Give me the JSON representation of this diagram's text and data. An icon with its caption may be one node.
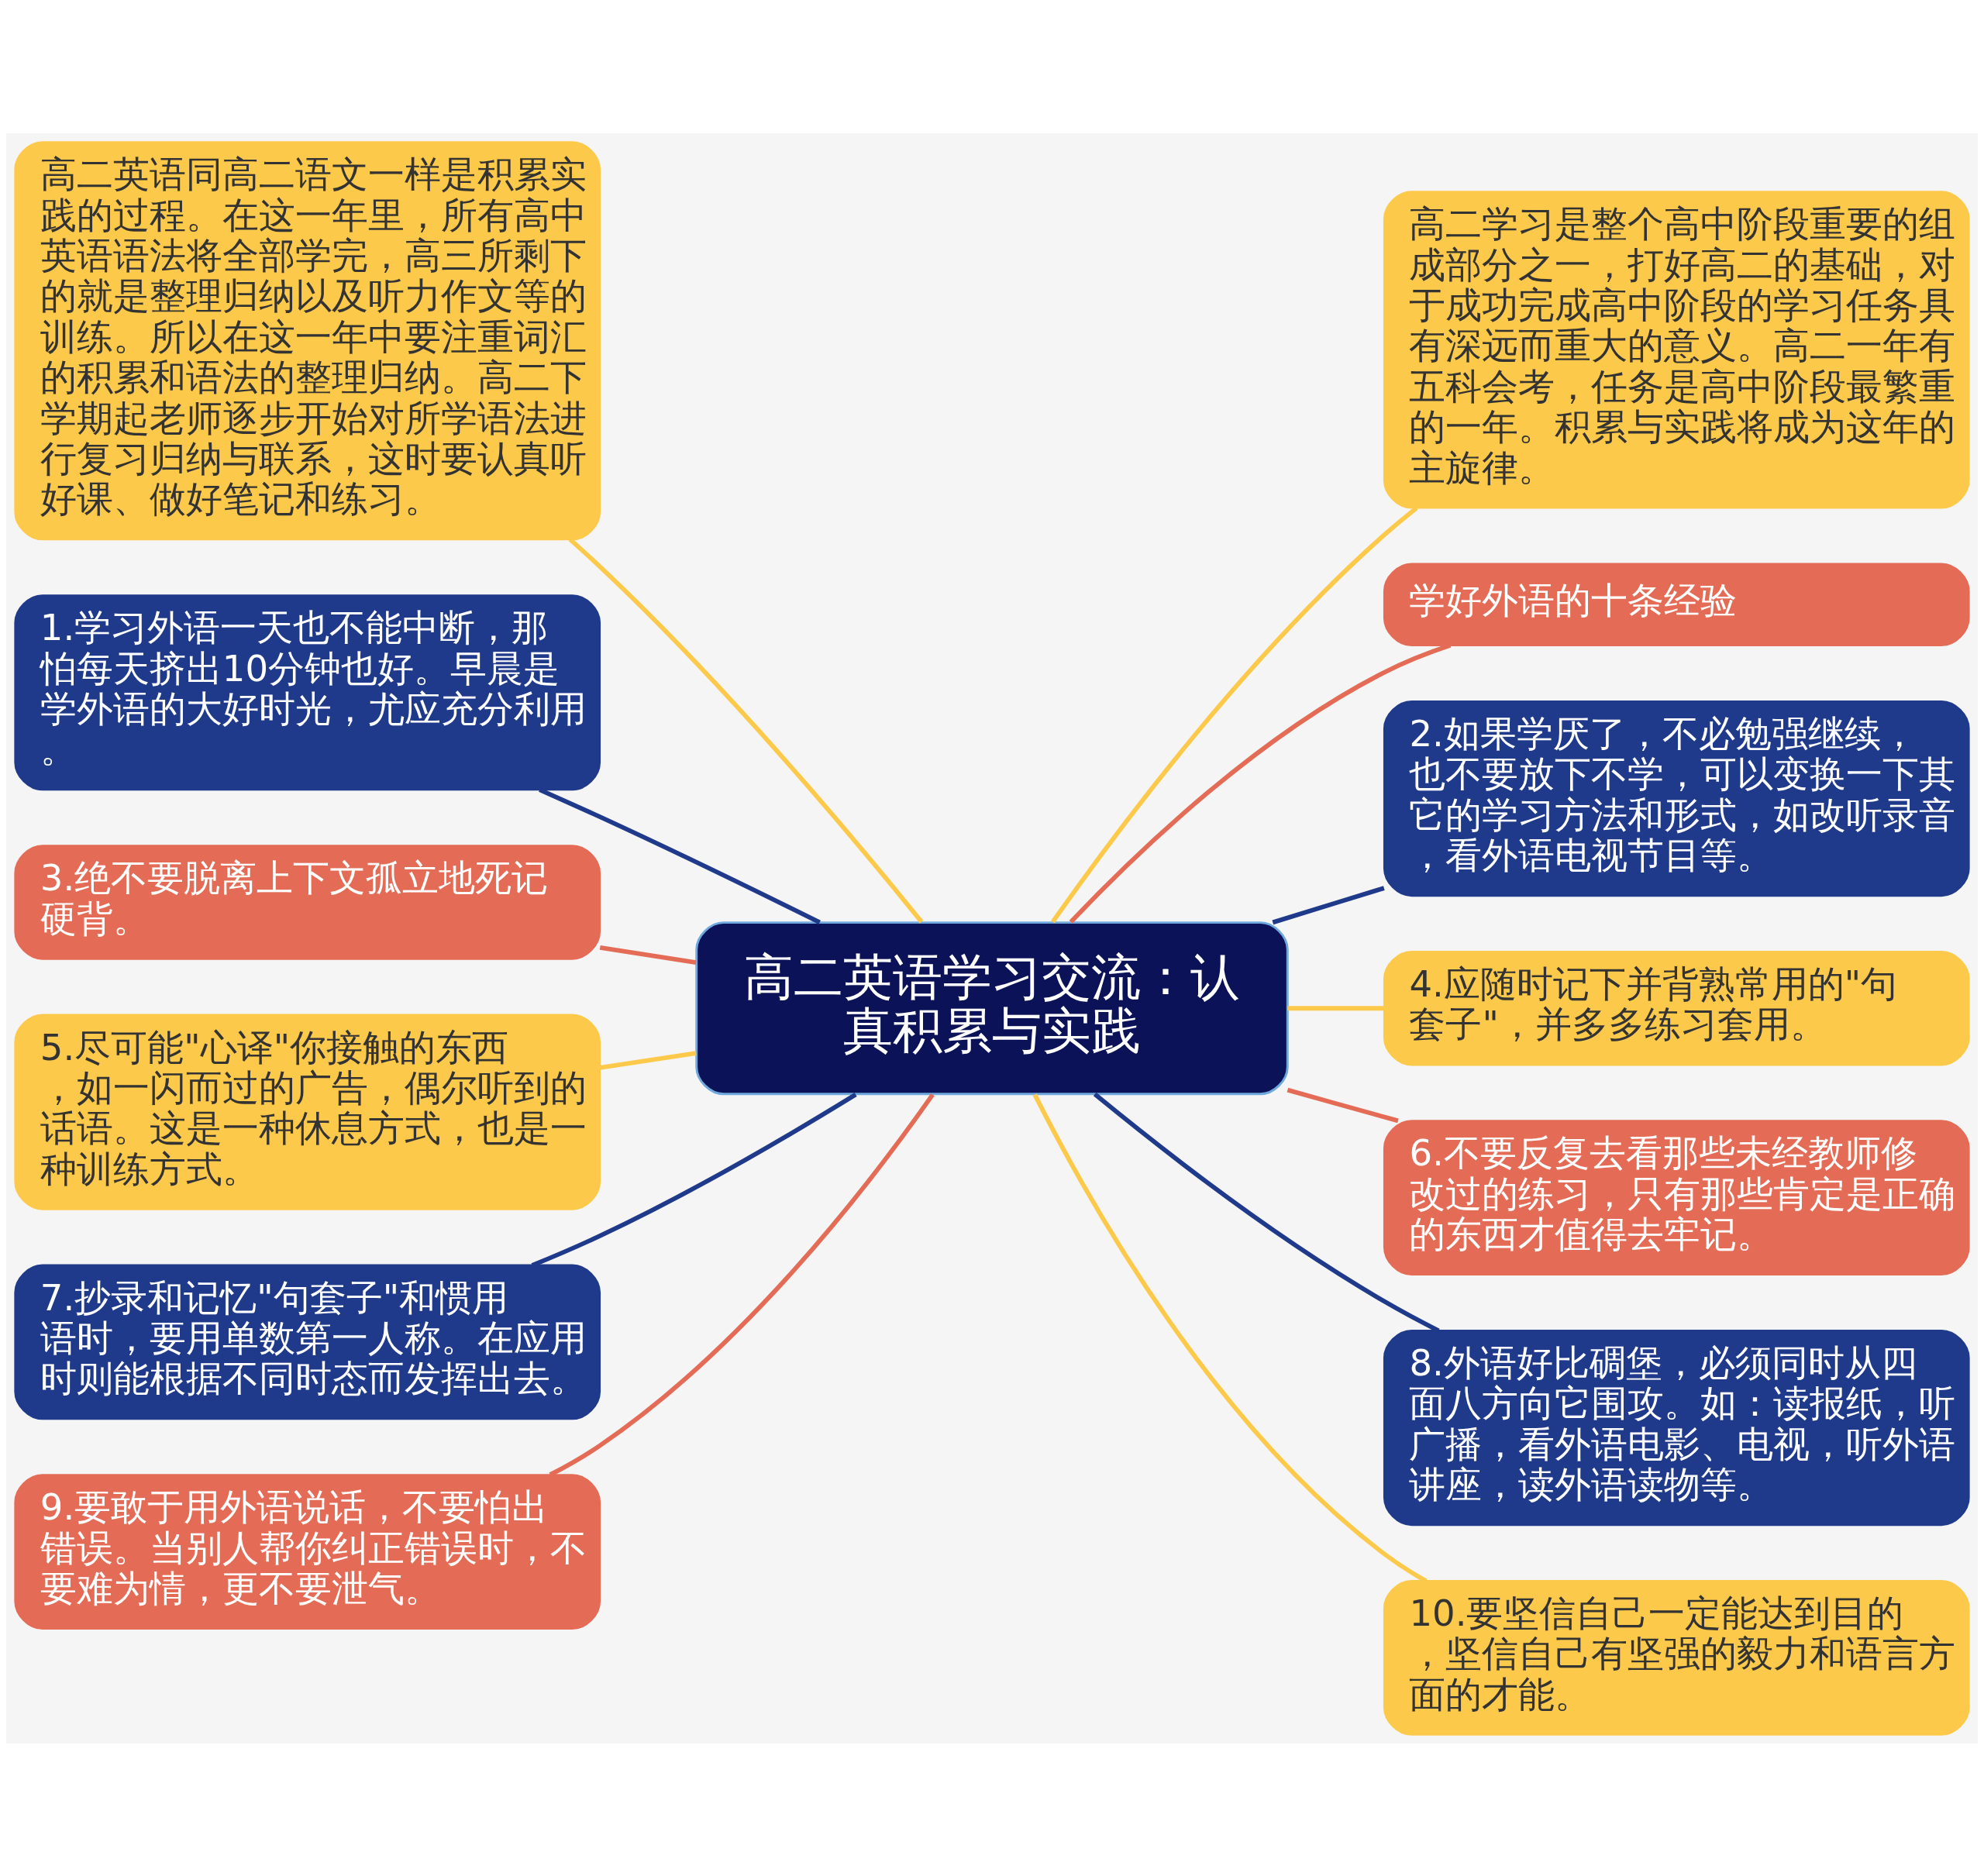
{
  "diagram": {
    "nodes": [
      {
        "text": [
          "高二英语学习交流：认真积累与实践"
        ]
      },
      {
        "text": [
          "高二英语同高二语文一样是积累实践的过程。在这一年里，所有高中英语语法将全部学完，高三所剩下的就是整理归纳以及听力作文等的训练。所以在这一年中要注重词汇的积累和语法的整理归纳。高二下学期起老师逐步开始对所学语法进行复习归纳与联系，这时要认真听好课、做好笔记和练习。"
        ]
      },
      {
        "text": [
          "1.学习外语一天也不能中断，那怕每天挤出10分钟也好。早晨是学外语的大好时光，尤应充分利用。"
        ]
      },
      {
        "text": [
          "3.绝不要脱离上下文孤立地死记硬背。"
        ]
      },
      {
        "text": [
          "5.尽可能\"心译\"你接触的东西，如一闪而过的广告，偶尔听到的话语。这是一种休息方式，也是一种训练方式。"
        ]
      },
      {
        "text": [
          "7.抄录和记忆\"句套子\"和惯用语时，要用单数第一人称。在应用时则能根据不同时态而发挥出去。"
        ]
      },
      {
        "text": [
          "9.要敢于用外语说话，不要怕出错误。当别人帮你纠正错误时，不要难为情，更不要泄气。"
        ]
      },
      {
        "text": [
          "高二学习是整个高中阶段重要的组成部分之一，打好高二的基础，对于成功完成高中阶段的学习任务具有深远而重大的意义。高二一年有五科会考，任务是高中阶段最繁重的一年。积累与实践将成为这年的主旋律。"
        ]
      },
      {
        "text": [
          "学好外语的十条经验"
        ]
      },
      {
        "text": [
          "2.如果学厌了，不必勉强继续，也不要放下不学，可以变换一下其它的学习方法和形式，如改听录音，看外语电视节目等。"
        ]
      },
      {
        "text": [
          "4.应随时记下并背熟常用的\"句套子\"，并多多练习套用。"
        ]
      },
      {
        "text": [
          "6.不要反复去看那些未经教师修改过的练习，只有那些肯定是正确的东西才值得去牢记。"
        ]
      },
      {
        "text": [
          "8.外语好比碉堡，必须同时从四面八方向它围攻。如：读报纸，听广播，看外语电影、电视，听外语讲座，读外语读物等。"
        ]
      },
      {
        "text": [
          "10.要坚信自己一定能达到目的，坚信自己有坚强的毅力和语言方面的才能。"
        ]
      }
    ],
    "edges": [
      {
        "from": 0,
        "to": 1,
        "arrow": "none"
      },
      {
        "from": 0,
        "to": 2,
        "arrow": "none",
        "color": "#1f3a8a"
      },
      {
        "from": 0,
        "to": 3,
        "arrow": "none",
        "color": "#e46c56"
      },
      {
        "from": 0,
        "to": 4,
        "arrow": "none"
      },
      {
        "from": 0,
        "to": 5,
        "arrow": "none",
        "color": "#1f3a8a"
      },
      {
        "from": 0,
        "to": 6,
        "arrow": "none",
        "color": "#e46c56"
      },
      {
        "from": 0,
        "to": 7,
        "arrow": "none"
      },
      {
        "from": 0,
        "to": 8,
        "arrow": "none",
        "color": "#e46c56"
      },
      {
        "from": 0,
        "to": 9,
        "arrow": "none",
        "color": "#1f3a8a"
      },
      {
        "from": 0,
        "to": 10,
        "arrow": "none"
      },
      {
        "from": 0,
        "to": 11,
        "arrow": "none",
        "color": "#e46c56"
      },
      {
        "from": 0,
        "to": 12,
        "arrow": "none",
        "color": "#1f3a8a"
      },
      {
        "from": 0,
        "to": 13,
        "arrow": "none"
      }
    ]
  }
}
